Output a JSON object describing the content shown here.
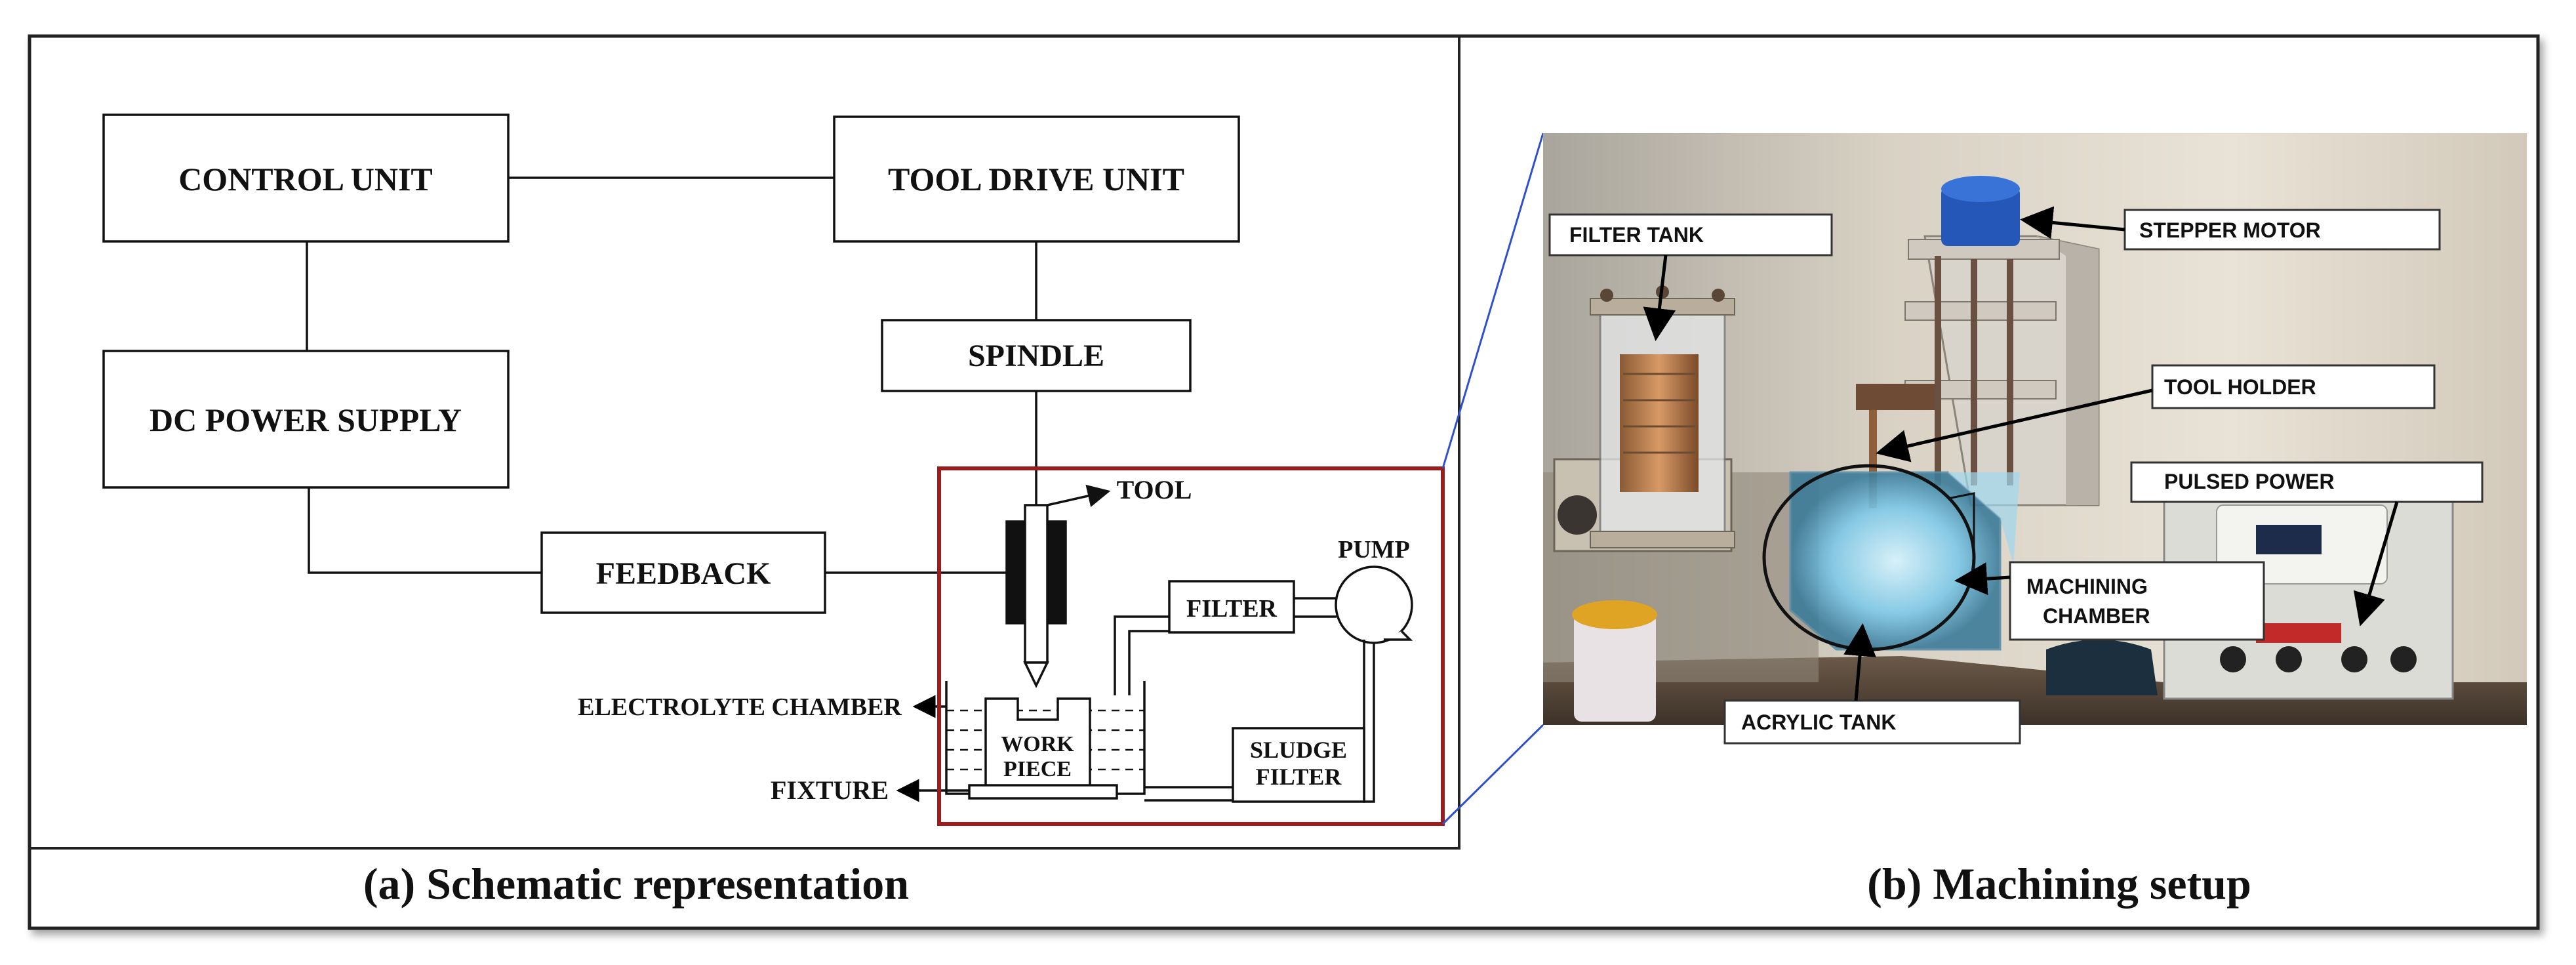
{
  "panel_a": {
    "caption": "(a) Schematic representation",
    "blocks": {
      "control_unit": "CONTROL UNIT",
      "tool_drive_unit": "TOOL DRIVE UNIT",
      "dc_power_supply": "DC POWER SUPPLY",
      "spindle": "SPINDLE",
      "feedback": "FEEDBACK",
      "filter": "FILTER",
      "pump": "PUMP",
      "tool": "TOOL",
      "work_piece_1": "WORK",
      "work_piece_2": "PIECE",
      "sludge_filter_1": "SLUDGE",
      "sludge_filter_2": "FILTER",
      "electrolyte_chamber": "ELECTROLYTE CHAMBER",
      "fixture": "FIXTURE"
    }
  },
  "panel_b": {
    "caption": "(b) Machining setup",
    "labels": {
      "filter_tank": "FILTER TANK",
      "stepper_motor": "STEPPER MOTOR",
      "tool_holder": "TOOL HOLDER",
      "pulsed_power": "PULSED POWER",
      "machining_chamber_1": "MACHINING",
      "machining_chamber_2": "CHAMBER",
      "acrylic_tank": "ACRYLIC TANK"
    }
  },
  "colors": {
    "highlight": "#9b1c1c",
    "zoom_line": "#3050c8",
    "ink": "#111111"
  }
}
